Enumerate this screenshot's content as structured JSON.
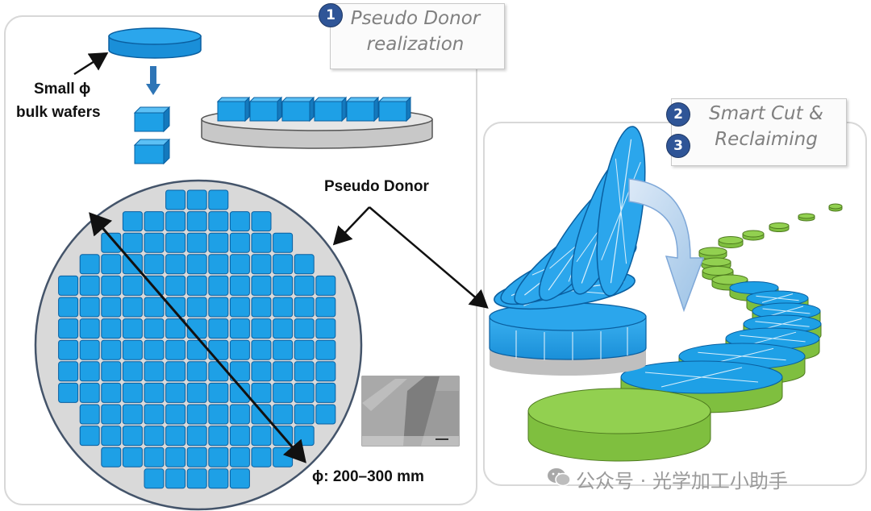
{
  "steps": [
    {
      "number": "1",
      "lines": [
        "Pseudo Donor",
        "realization"
      ]
    },
    {
      "number": "2",
      "text": "Smart Cut &"
    },
    {
      "number": "3",
      "text": "Reclaiming"
    }
  ],
  "labels": {
    "small_phi_line1": "Small ϕ",
    "small_phi_line2": "bulk wafers",
    "pseudo_donor": "Pseudo Donor",
    "diameter": "ϕ: 200–300 mm"
  },
  "watermark": "公众号 · 光学加工小助手",
  "colors": {
    "tile_blue": "#1ea0e6",
    "tile_border": "#0a5fa0",
    "wafer_gray": "#d9d9d9",
    "wafer_green": "#92d050",
    "badge": "#2f5597"
  }
}
